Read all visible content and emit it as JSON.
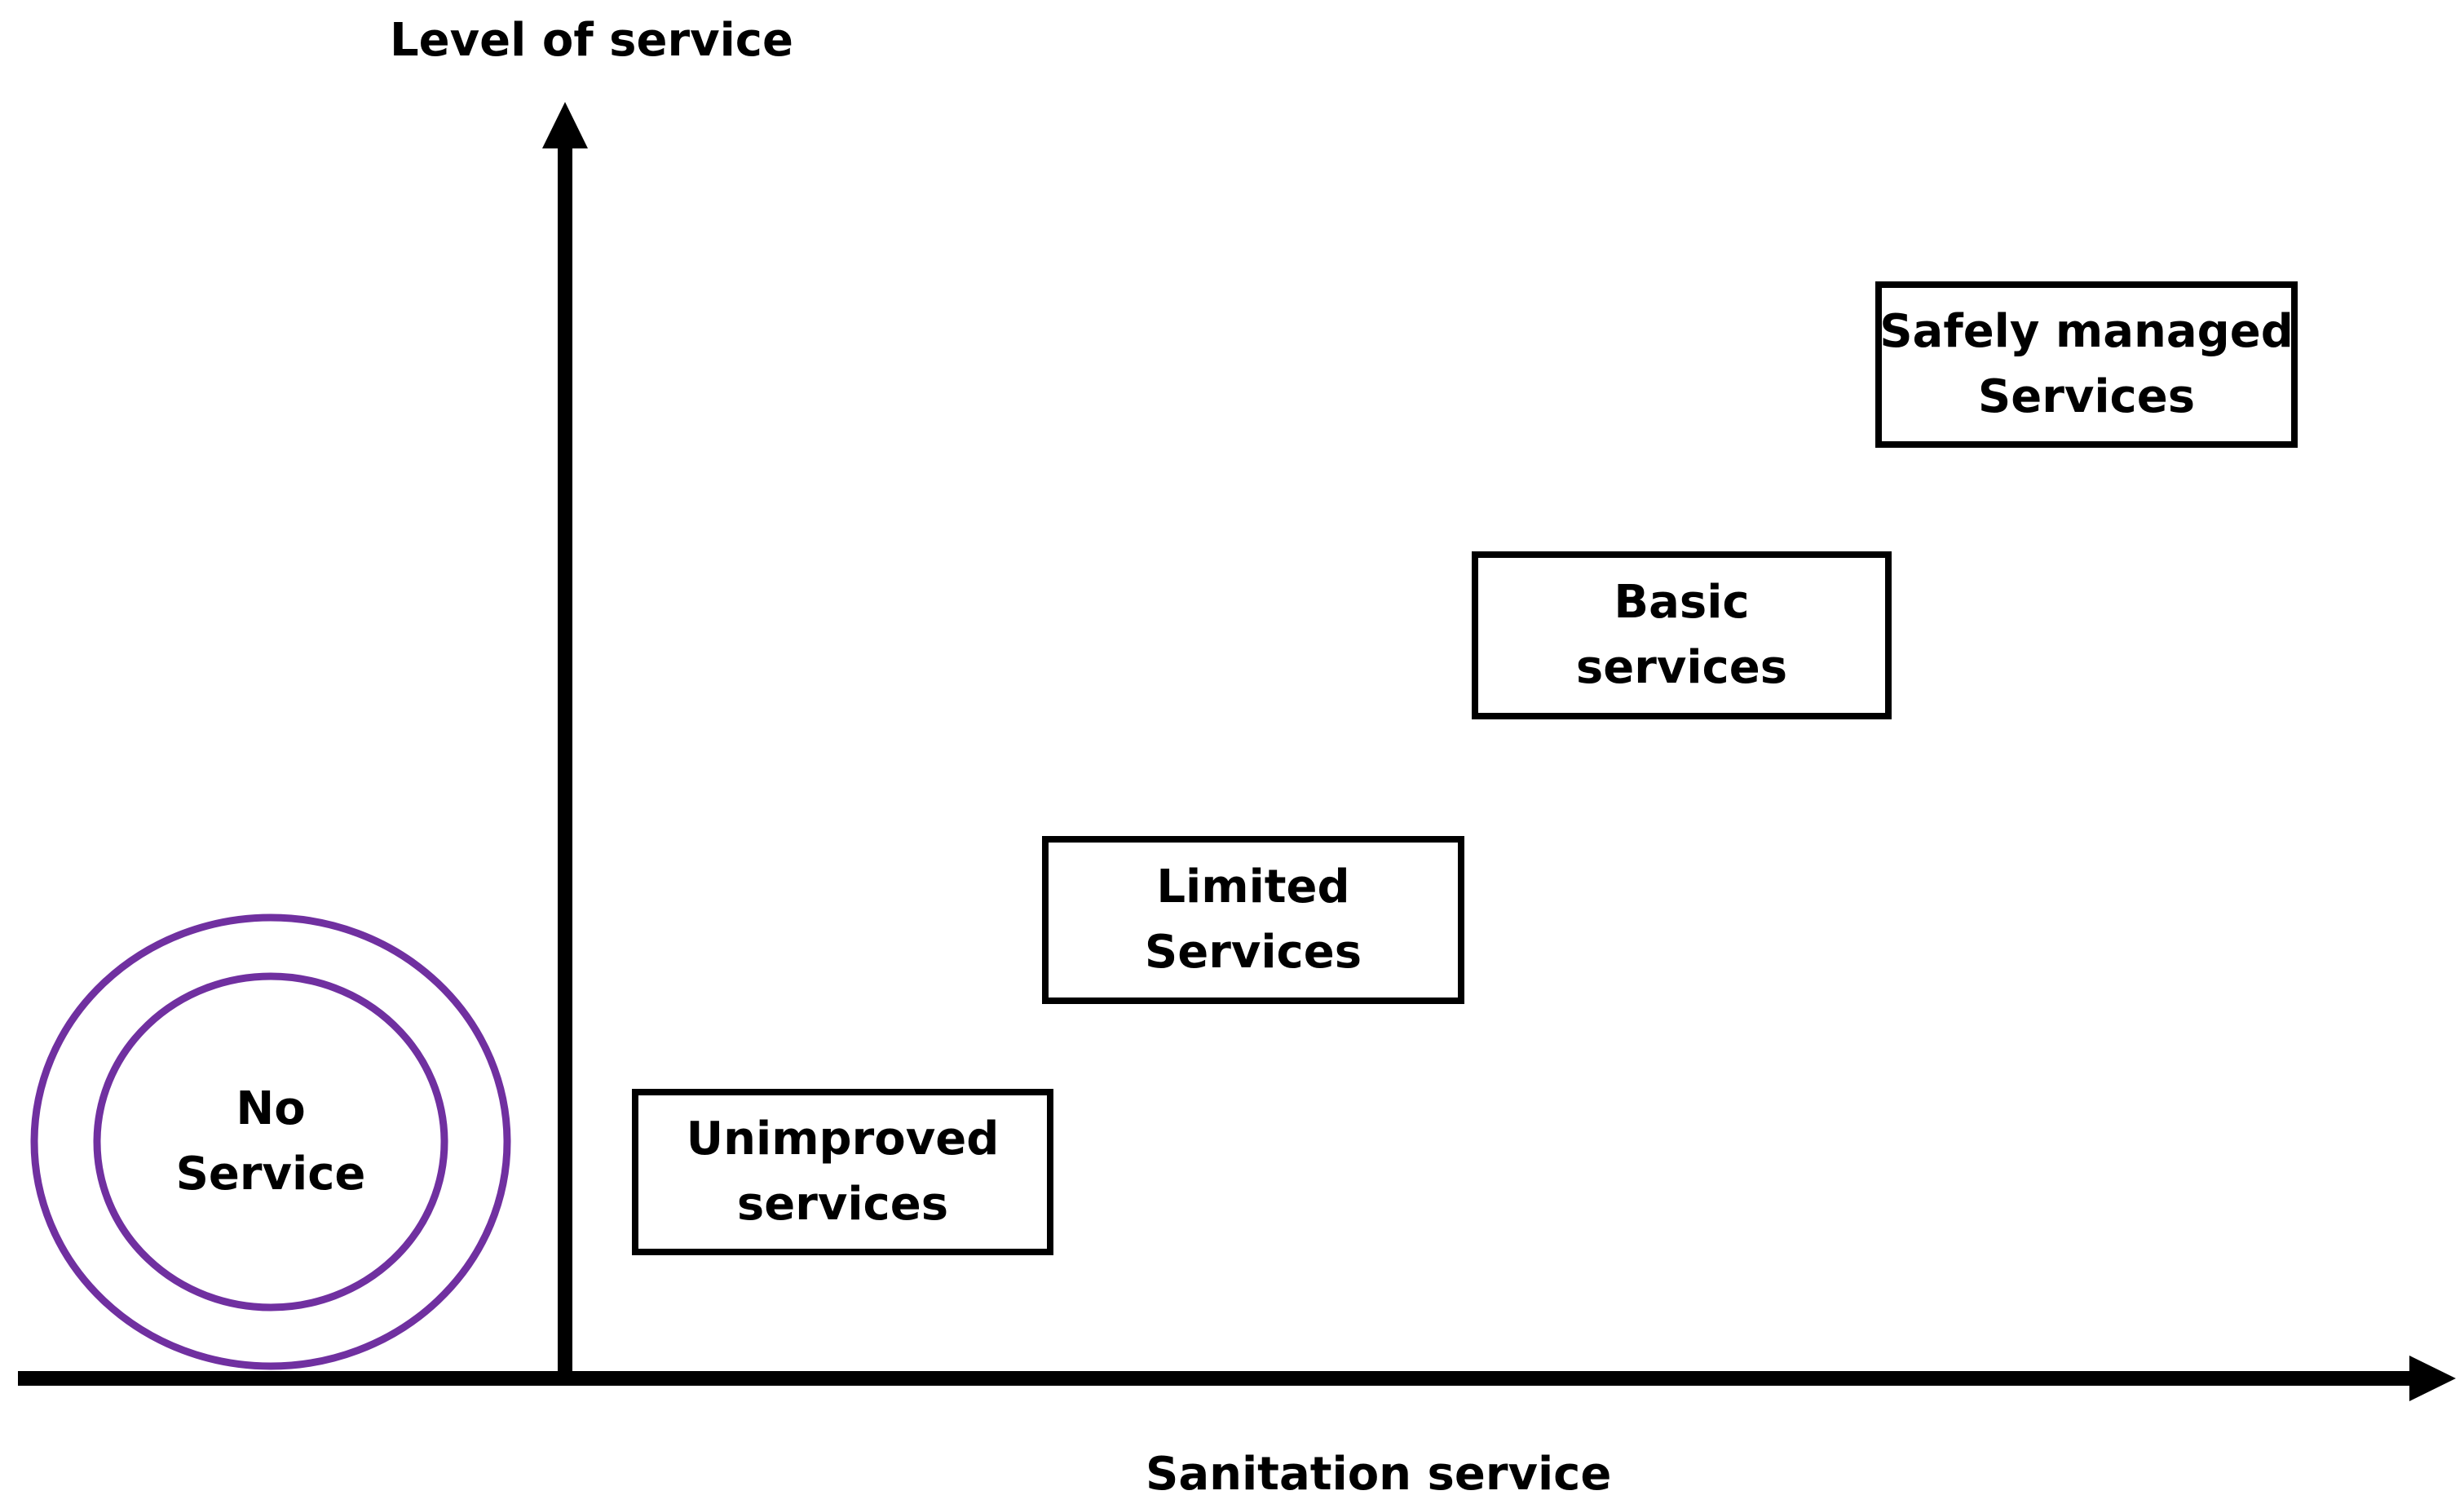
{
  "diagram": {
    "y_axis_label": "Level of service",
    "x_axis_label": "Sanitation service",
    "no_service": {
      "line1": "No",
      "line2": "Service",
      "ring_color": "#7030A0"
    },
    "levels": [
      {
        "line1": "Unimproved",
        "line2": "services"
      },
      {
        "line1": "Limited",
        "line2": "Services"
      },
      {
        "line1": "Basic",
        "line2": "services"
      },
      {
        "line1": "Safely managed",
        "line2": "Services"
      }
    ],
    "axis_color": "#000000"
  }
}
